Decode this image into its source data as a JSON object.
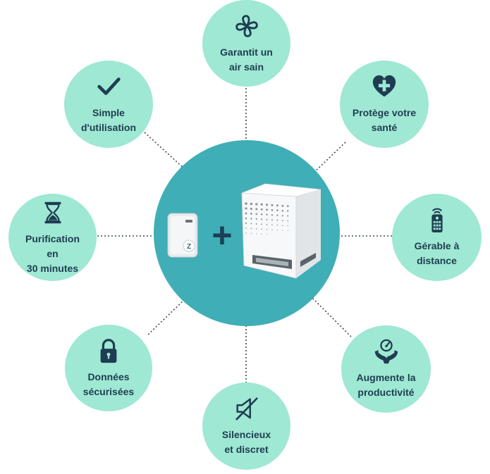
{
  "colors": {
    "node_fill": "#9fe8d3",
    "hub_fill": "#40aeb6",
    "text": "#1e3d52",
    "icon": "#1e3d52",
    "plus": "#1b3f57"
  },
  "center": {
    "plus_sign": "+",
    "sensor_badge": "Z"
  },
  "features": [
    {
      "id": "air-sain",
      "label": "Garantit un\nair sain",
      "icon": "fan-icon"
    },
    {
      "id": "sante",
      "label": "Protège votre\nsanté",
      "icon": "heart-plus-icon"
    },
    {
      "id": "distance",
      "label": "Gérable à\ndistance",
      "icon": "remote-control-icon"
    },
    {
      "id": "productivite",
      "label": "Augmente la\nproductivité",
      "icon": "hands-gauge-icon"
    },
    {
      "id": "silencieux",
      "label": "Silencieux\net discret",
      "icon": "mute-speaker-icon"
    },
    {
      "id": "donnees",
      "label": "Données\nsécurisées",
      "icon": "padlock-icon"
    },
    {
      "id": "purification",
      "label": "Purification en\n30 minutes",
      "icon": "hourglass-icon"
    },
    {
      "id": "simple",
      "label": "Simple\nd'utilisation",
      "icon": "checkmark-icon"
    }
  ]
}
